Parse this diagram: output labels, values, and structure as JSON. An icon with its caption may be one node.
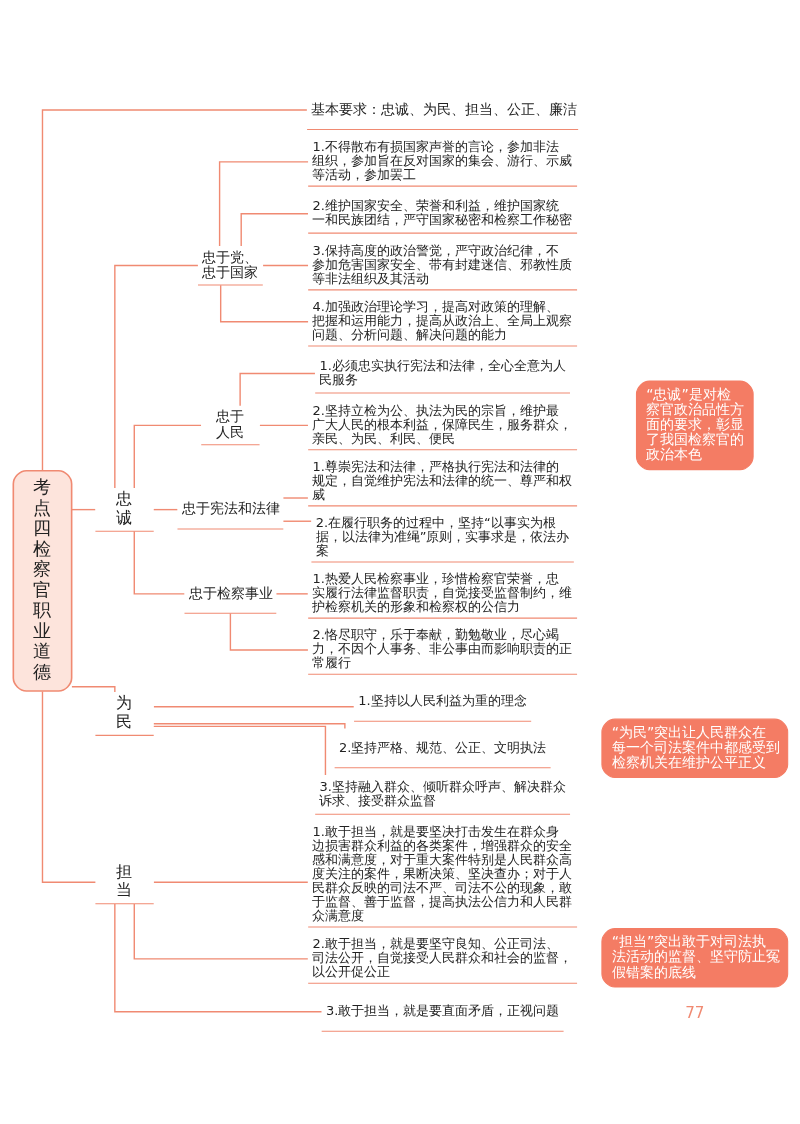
{
  "diagram": {
    "nodes": [
      {
        "text": [
          "考点四",
          "检察官职业道德"
        ]
      },
      {
        "text": [
          "基本要求：忠诚、为民、担当、公正、廉洁"
        ]
      },
      {
        "text": [
          "忠诚"
        ]
      },
      {
        "text": [
          "忠于党、忠于国家"
        ]
      },
      {
        "text": [
          "1.不得散布有损国家声誉的言论，参加非法组织，参加旨在反对国家的集会、游行、示威等活动，参加罢工"
        ]
      },
      {
        "text": [
          "2.维护国家安全、荣誉和利益，维护国家统一和民族团结，严守国家秘密和检察工作秘密"
        ]
      },
      {
        "text": [
          "3.保持高度的政治警觉，严守政治纪律，不参加危害国家安全、带有封建迷信、邪教性质等非法组织及其活动"
        ]
      },
      {
        "text": [
          "4.加强政治理论学习，提高对政策的理解、把握和运用能力，提高从政治上、全局上观察问题、分析问题、解决问题的能力"
        ]
      },
      {
        "text": [
          "忠于人民"
        ]
      },
      {
        "text": [
          "1.必须忠实执行宪法和法律，全心全意为人民服务"
        ]
      },
      {
        "text": [
          "2.坚持立检为公、执法为民的宗旨，维护最广大人民的根本利益，保障民生，服务群众，亲民、为民、利民、便民"
        ]
      },
      {
        "text": [
          "忠于宪法和法律"
        ]
      },
      {
        "text": [
          "1.尊崇宪法和法律，严格执行宪法和法律的规定，自觉维护宪法和法律的统一、尊严和权威"
        ]
      },
      {
        "text": [
          "2.在履行职务的过程中，坚持“以事实为根据，以法律为准绳”原则，实事求是，依法办案"
        ]
      },
      {
        "text": [
          "忠于检察事业"
        ]
      },
      {
        "text": [
          "1.热爱人民检察事业，珍惜检察官荣誉，忠实履行法律监督职责，自觉接受监督制约，维护检察机关的形象和检察权的公信力"
        ]
      },
      {
        "text": [
          "2.恪尽职守，乐于奉献，勤勉敬业，尽心竭力，不因个人事务、非公事由而影响职责的正常履行"
        ]
      },
      {
        "text": [
          "“忠诚”是对检察官政治品性方面的要求，彰显了我国检察官的政治本色"
        ]
      },
      {
        "text": [
          "为民"
        ]
      },
      {
        "text": [
          "1.坚持以人民利益为重的理念"
        ]
      },
      {
        "text": [
          "2.坚持严格、规范、公正、文明执法"
        ]
      },
      {
        "text": [
          "3.坚持融入群众、倾听群众呼声、解决群众诉求、接受群众监督"
        ]
      },
      {
        "text": [
          "“为民”突出让人民群众在每一个司法案件中都感受到检察机关在维护公平正义"
        ]
      },
      {
        "text": [
          "担当"
        ]
      },
      {
        "text": [
          "1.敢于担当，就是要坚决打击发生在群众身边损害群众利益的各类案件，增强群众的安全感和满意度，对于重大案件特别是人民群众高度关注的案件，果断决策、坚决查办；对于人民群众反映的司法不严、司法不公的现象，敢于监督、善于监督，提高执法公信力和人民群众满意度"
        ]
      },
      {
        "text": [
          "2.敢于担当，就是要坚守良知、公正司法、司法公开，自觉接受人民群众和社会的监督，以公开促公正"
        ]
      },
      {
        "text": [
          "3.敢于担当，就是要直面矛盾，正视问题"
        ]
      },
      {
        "text": [
          "“担当”突出敢于对司法执法活动的监督、坚守防止冤假错案的底线"
        ]
      }
    ],
    "edges": [
      {
        "from": 0,
        "to": 1,
        "arrow": "none"
      },
      {
        "from": 0,
        "to": 2,
        "arrow": "none"
      },
      {
        "from": 2,
        "to": 3,
        "arrow": "none"
      },
      {
        "from": 3,
        "to": 4,
        "arrow": "none"
      },
      {
        "from": 3,
        "to": 5,
        "arrow": "none"
      },
      {
        "from": 3,
        "to": 6,
        "arrow": "none"
      },
      {
        "from": 3,
        "to": 7,
        "arrow": "none"
      },
      {
        "from": 2,
        "to": 8,
        "arrow": "none"
      },
      {
        "from": 8,
        "to": 9,
        "arrow": "none"
      },
      {
        "from": 8,
        "to": 10,
        "arrow": "none"
      },
      {
        "from": 2,
        "to": 11,
        "arrow": "none"
      },
      {
        "from": 11,
        "to": 12,
        "arrow": "none"
      },
      {
        "from": 11,
        "to": 13,
        "arrow": "none"
      },
      {
        "from": 2,
        "to": 14,
        "arrow": "none"
      },
      {
        "from": 14,
        "to": 15,
        "arrow": "none"
      },
      {
        "from": 14,
        "to": 16,
        "arrow": "none"
      },
      {
        "from": 0,
        "to": 18,
        "arrow": "none"
      },
      {
        "from": 18,
        "to": 19,
        "arrow": "none"
      },
      {
        "from": 18,
        "to": 20,
        "arrow": "none"
      },
      {
        "from": 18,
        "to": 21,
        "arrow": "none"
      },
      {
        "from": 0,
        "to": 23,
        "arrow": "none"
      },
      {
        "from": 23,
        "to": 24,
        "arrow": "none"
      },
      {
        "from": 23,
        "to": 25,
        "arrow": "none"
      },
      {
        "from": 23,
        "to": 26,
        "arrow": "none"
      }
    ],
    "labels": [
      "77"
    ]
  }
}
